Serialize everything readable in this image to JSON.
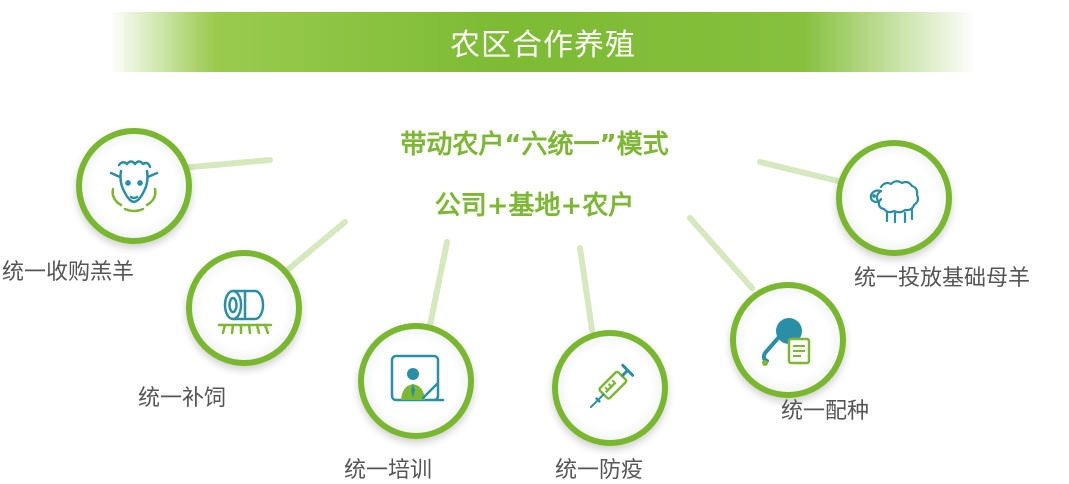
{
  "title": "农区合作养殖",
  "subtitle_line1": "带动农户“六统一”模式",
  "subtitle_line2": "公司+基地+农户",
  "colors": {
    "accent_green": "#78b72e",
    "label_gray": "#555555",
    "icon_teal": "#2a8fa6"
  },
  "nodes": [
    {
      "label": "统一收购羔羊",
      "icon": "lamb-face-icon"
    },
    {
      "label": "统一补饲",
      "icon": "hay-bale-icon"
    },
    {
      "label": "统一培训",
      "icon": "trainer-icon"
    },
    {
      "label": "统一防疫",
      "icon": "syringe-icon"
    },
    {
      "label": "统一配种",
      "icon": "insemination-icon"
    },
    {
      "label": "统一投放基础母羊",
      "icon": "ewe-icon"
    }
  ]
}
